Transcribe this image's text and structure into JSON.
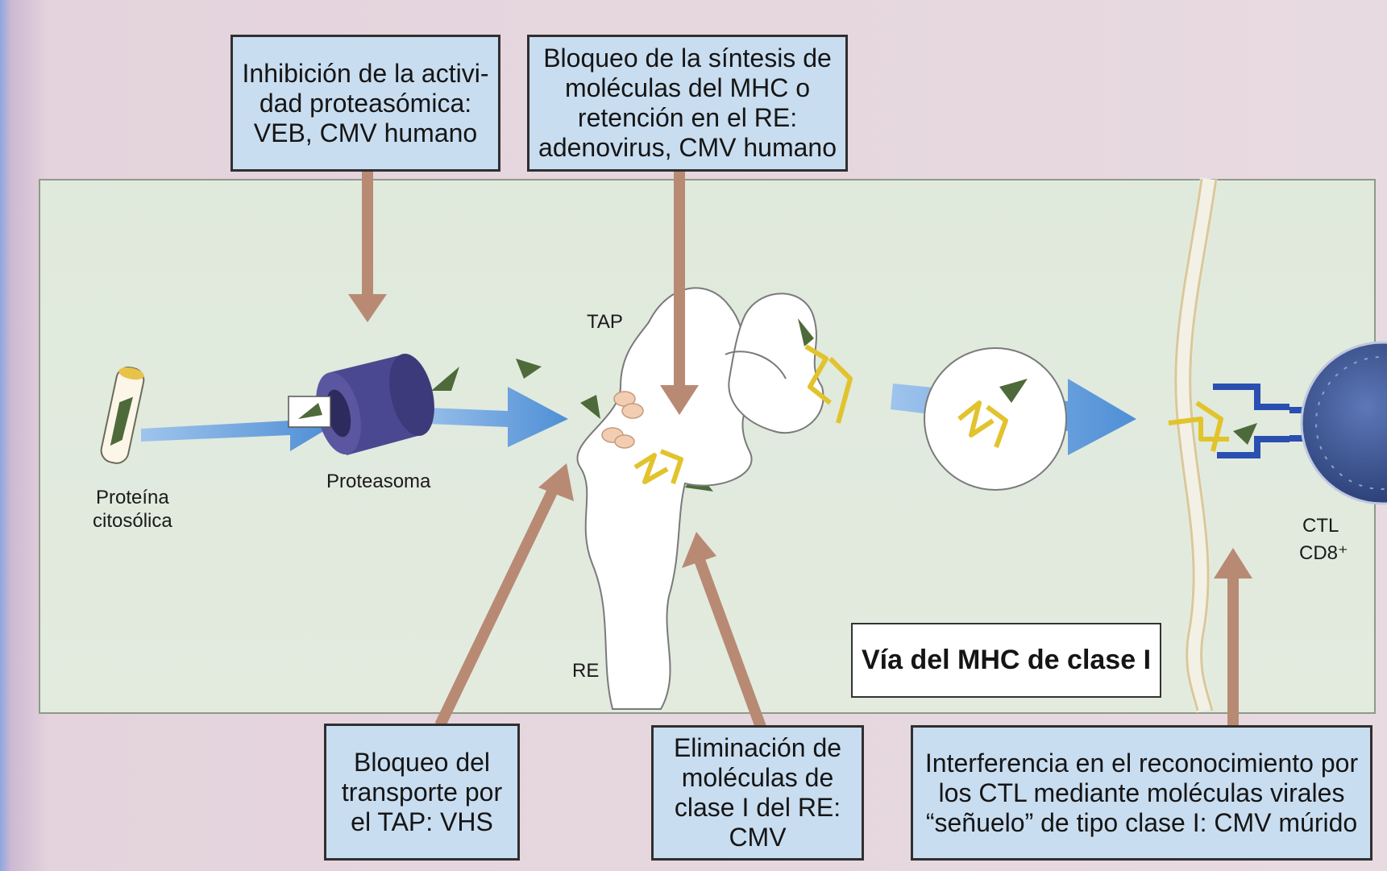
{
  "boxes": {
    "proteasome_inhibition": "Inhibición de la activi-\ndad proteasómica:\nVEB, CMV humano",
    "mhc_synthesis_block": "Bloqueo de la síntesis de\nmoléculas del MHC o\nretención en el RE:\nadenovirus, CMV humano",
    "tap_transport_block": "Bloqueo del\ntransporte por\nel TAP: VHS",
    "er_elimination": "Eliminación de\nmoléculas de\nclase I del RE: CMV",
    "ctl_interference": "Interferencia en el reconocimiento por\nlos CTL mediante moléculas virales\n“señuelo” de tipo clase I: CMV múrido"
  },
  "title": "Vía del MHC de clase I",
  "labels": {
    "protein": "Proteína\ncitosólica",
    "proteasome": "Proteasoma",
    "tap": "TAP",
    "er": "RE",
    "ctl": "CTL",
    "cd8": "CD8⁺"
  },
  "colors": {
    "panel": "#e0eadd",
    "box_fill": "#c9ddf0",
    "arrow_brown": "#b88a74",
    "flow_blue": "#6ea4dc",
    "proteasome": "#4a4890",
    "peptide": "#4e6a3a",
    "mhc_yellow": "#e2c32c",
    "ctl_cell": "#2f4a86",
    "tcr_blue": "#2a4fb0"
  }
}
